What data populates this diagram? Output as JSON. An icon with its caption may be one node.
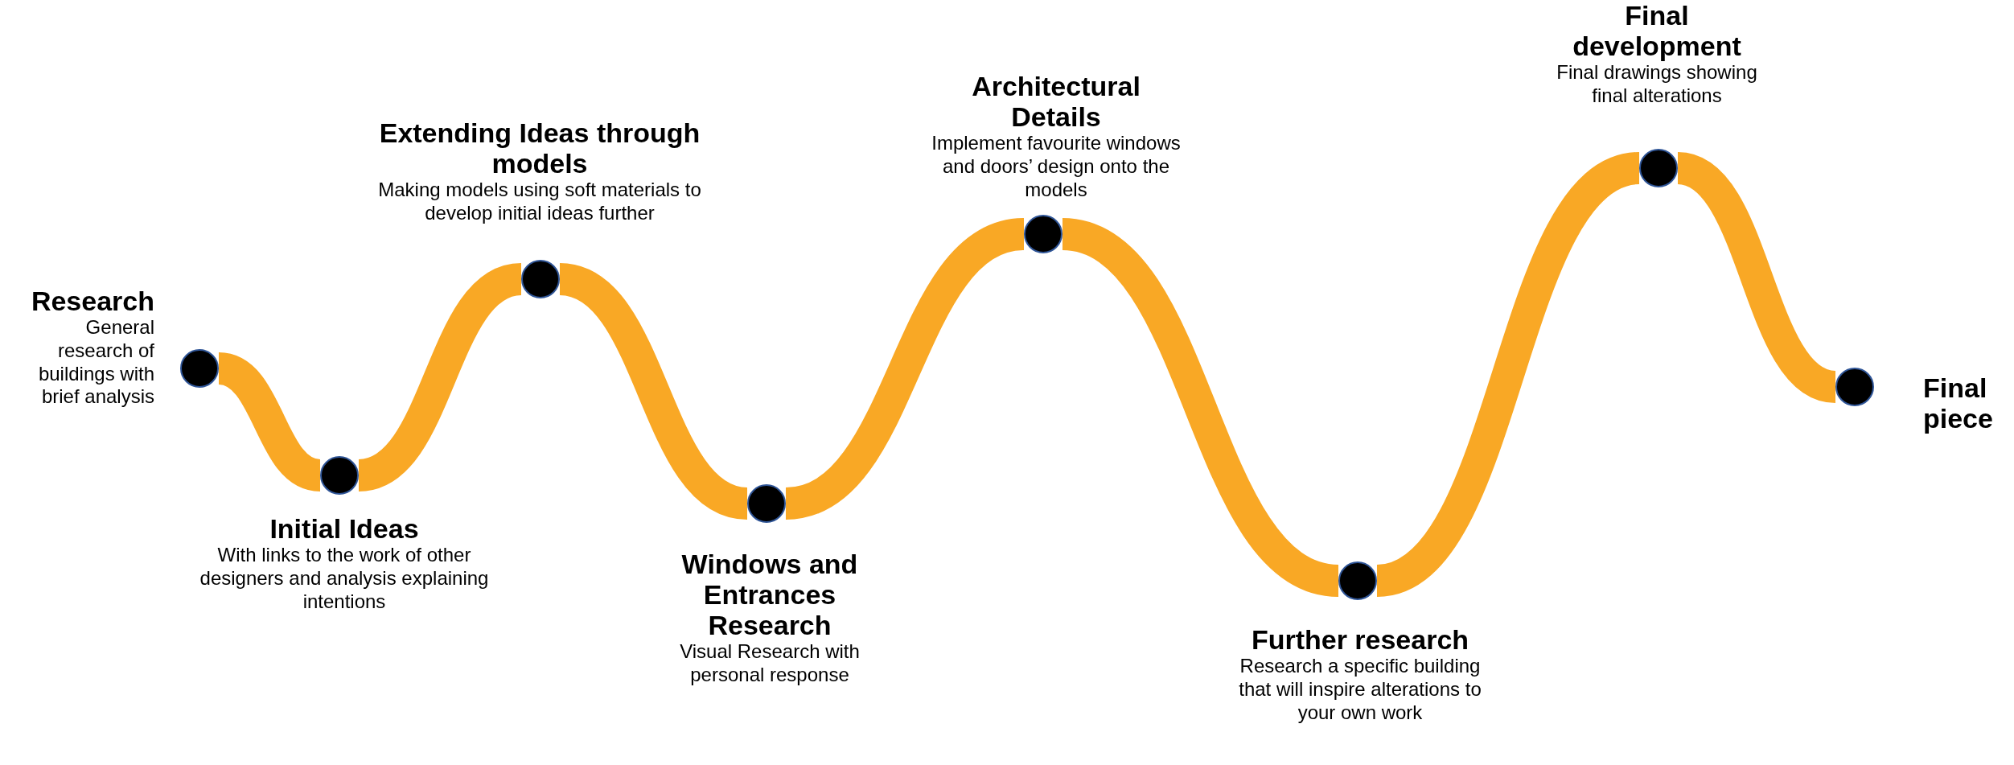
{
  "diagram": {
    "nodes": [
      {
        "text": [],
        "shape": "circle",
        "beside": [
          "Research",
          "General research of buildings with brief analysis"
        ]
      },
      {
        "text": [],
        "shape": "circle",
        "beside": [
          "Initial Ideas",
          "With links to the work of other designers and analysis explaining intentions"
        ]
      },
      {
        "text": [],
        "shape": "circle",
        "beside": [
          "Extending Ideas through models",
          "Making models using soft materials to develop initial ideas further"
        ]
      },
      {
        "text": [],
        "shape": "circle",
        "beside": [
          "Windows and Entrances Research",
          "Visual Research with personal response"
        ]
      },
      {
        "text": [],
        "shape": "circle",
        "beside": [
          "Architectural Details",
          "Implement favourite windows and doors’ design onto the models"
        ]
      },
      {
        "text": [],
        "shape": "circle",
        "beside": [
          "Further research",
          "Research a specific building that will inspire alterations to your own work"
        ]
      },
      {
        "text": [],
        "shape": "circle",
        "beside": [
          "Final development",
          "Final drawings showing final alterations"
        ]
      },
      {
        "text": [],
        "shape": "circle",
        "beside": [
          "Final piece"
        ]
      }
    ],
    "edges": [
      {
        "from": 0,
        "to": 1,
        "arrow": "none"
      },
      {
        "from": 1,
        "to": 2,
        "arrow": "none"
      },
      {
        "from": 2,
        "to": 3,
        "arrow": "none"
      },
      {
        "from": 3,
        "to": 4,
        "arrow": "none"
      },
      {
        "from": 4,
        "to": 5,
        "arrow": "none"
      },
      {
        "from": 5,
        "to": 6,
        "arrow": "none"
      },
      {
        "from": 6,
        "to": 7,
        "arrow": "none"
      }
    ]
  }
}
